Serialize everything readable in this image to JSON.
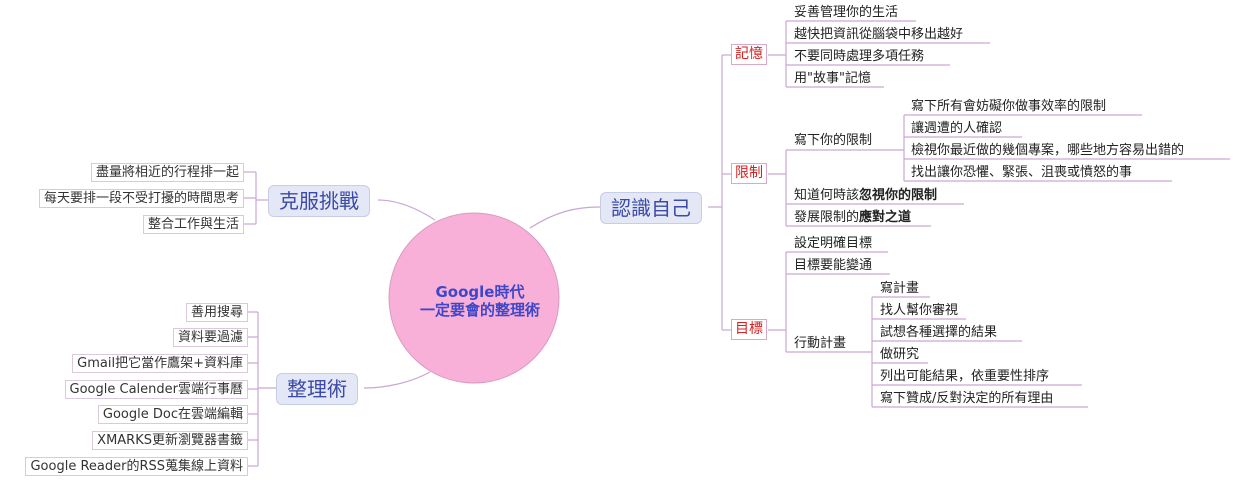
{
  "center": {
    "line1": "Google時代",
    "line2": "一定要會的整理術"
  },
  "branches": {
    "self": {
      "label": "認識自己",
      "memory": {
        "label": "記憶",
        "items": [
          "妥善管理你的生活",
          "越快把資訊從腦袋中移出越好",
          "不要同時處理多項任務",
          "用\"故事\"記憶"
        ]
      },
      "limits": {
        "label": "限制",
        "write": {
          "label": "寫下你的限制",
          "items": [
            "寫下所有會妨礙你做事效率的限制",
            "讓週遭的人確認",
            "檢視你最近做的幾個專案，哪些地方容易出錯的",
            "找出讓你恐懼、緊張、沮喪或憤怒的事"
          ]
        },
        "ignore": {
          "prefix": "知道何時該",
          "bold": "忽視你的限制"
        },
        "cope": {
          "prefix": "發展限制的",
          "bold": "應對之道"
        }
      },
      "goals": {
        "label": "目標",
        "items": [
          "設定明確目標",
          "目標要能變通"
        ],
        "plan": {
          "label": "行動計畫",
          "items": [
            "寫計畫",
            "找人幫你審視",
            "試想各種選擇的結果",
            "做研究",
            "列出可能結果，依重要性排序",
            "寫下贊成/反對決定的所有理由"
          ]
        }
      }
    },
    "challenge": {
      "label": "克服挑戰",
      "items": [
        "盡量將相近的行程排一起",
        "每天要排一段不受打擾的時間思考",
        "整合工作與生活"
      ]
    },
    "organize": {
      "label": "整理術",
      "items": [
        "善用搜尋",
        "資料要過濾",
        "Gmail把它當作鷹架+資料庫",
        "Google Calender雲端行事曆",
        "Google Doc在雲端編輯",
        "XMARKS更新瀏覽器書籤",
        "Google Reader的RSS蒐集線上資料"
      ]
    }
  },
  "colors": {
    "line": "#c9a6d4",
    "circle_fill": "#f9b0d8",
    "circle_stroke": "#d99ac0"
  }
}
